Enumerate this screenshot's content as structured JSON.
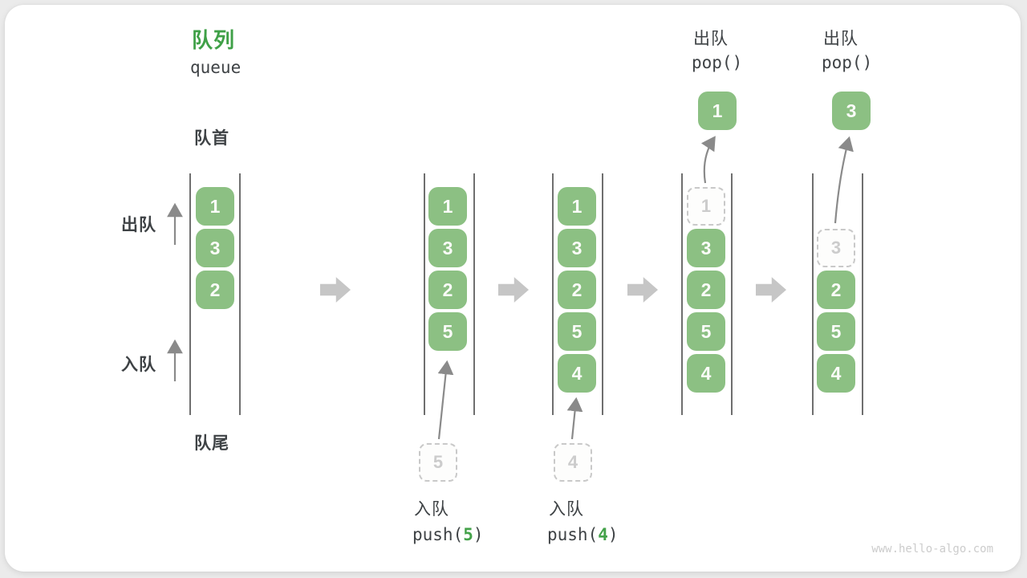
{
  "title": {
    "zh": "队列",
    "en": "queue"
  },
  "side_labels": {
    "front": "队首",
    "rear": "队尾",
    "dequeue": "出队",
    "enqueue": "入队"
  },
  "operations": {
    "enqueue5": {
      "label": "入队",
      "code_prefix": "push(",
      "code_arg": "5",
      "code_suffix": ")"
    },
    "enqueue4": {
      "label": "入队",
      "code_prefix": "push(",
      "code_arg": "4",
      "code_suffix": ")"
    },
    "dequeue1": {
      "label": "出队",
      "code": "pop()"
    },
    "dequeue3": {
      "label": "出队",
      "code": "pop()"
    }
  },
  "states": [
    {
      "items": [
        "1",
        "3",
        "2"
      ]
    },
    {
      "items": [
        "1",
        "3",
        "2",
        "5"
      ],
      "incoming": "5"
    },
    {
      "items": [
        "1",
        "3",
        "2",
        "5",
        "4"
      ],
      "incoming": "4"
    },
    {
      "items": [
        "3",
        "2",
        "5",
        "4"
      ],
      "ghost": "1",
      "popped": "1"
    },
    {
      "items": [
        "2",
        "5",
        "4"
      ],
      "ghost": "3",
      "popped": "3"
    }
  ],
  "watermark": "www.hello-algo.com",
  "colors": {
    "accent_green": "#3fa047",
    "item_green": "#8cc083",
    "text_dark": "#3e4245",
    "ghost_gray": "#c9c9c9",
    "arrow_gray": "#8a8a8a",
    "block_arrow_gray": "#c6c6c6"
  }
}
